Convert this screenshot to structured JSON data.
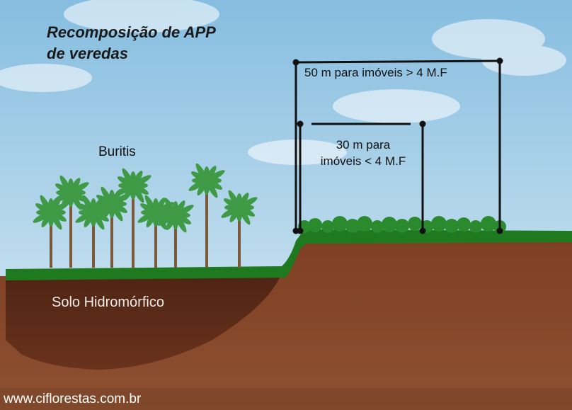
{
  "title": {
    "line1": "Recomposição de APP",
    "line2": "de veredas"
  },
  "labels": {
    "buritis": "Buritis",
    "soil": "Solo Hidromórfico",
    "dimension_50": "50 m para imóveis > 4 M.F",
    "dimension_30_line1": "30 m para",
    "dimension_30_line2": "imóveis < 4 M.F"
  },
  "footer": {
    "website": "www.ciflorestas.com.br"
  },
  "colors": {
    "sky_top": "#8fc3e0",
    "sky_bottom": "#d6ecf5",
    "grass": "#1f7a1f",
    "soil_dark": "#5a2a17",
    "soil_light": "#8a4b2b",
    "palm_leaf": "#3f9a46",
    "trunk": "#7b5a3c"
  }
}
